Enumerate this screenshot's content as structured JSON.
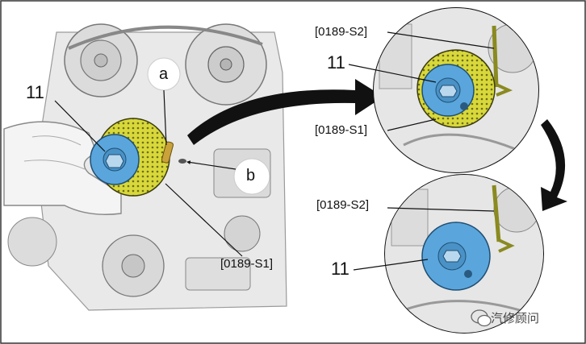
{
  "main_view": {
    "callout_component": "11",
    "callout_a": "a",
    "callout_b": "b",
    "tool_label": "[0189-S1]"
  },
  "detail_top": {
    "tool_top_label": "[0189-S2]",
    "component_label": "11",
    "tool_bottom_label": "[0189-S1]"
  },
  "detail_bottom": {
    "tool_top_label": "[0189-S2]",
    "component_label": "11"
  },
  "watermark": {
    "text": "汽修顾问"
  },
  "colors": {
    "component_blue": "#5aa6dc",
    "tool_yellow": "#d8d83a",
    "tool_olive": "#6b6b1e",
    "line_gray": "#555555"
  }
}
